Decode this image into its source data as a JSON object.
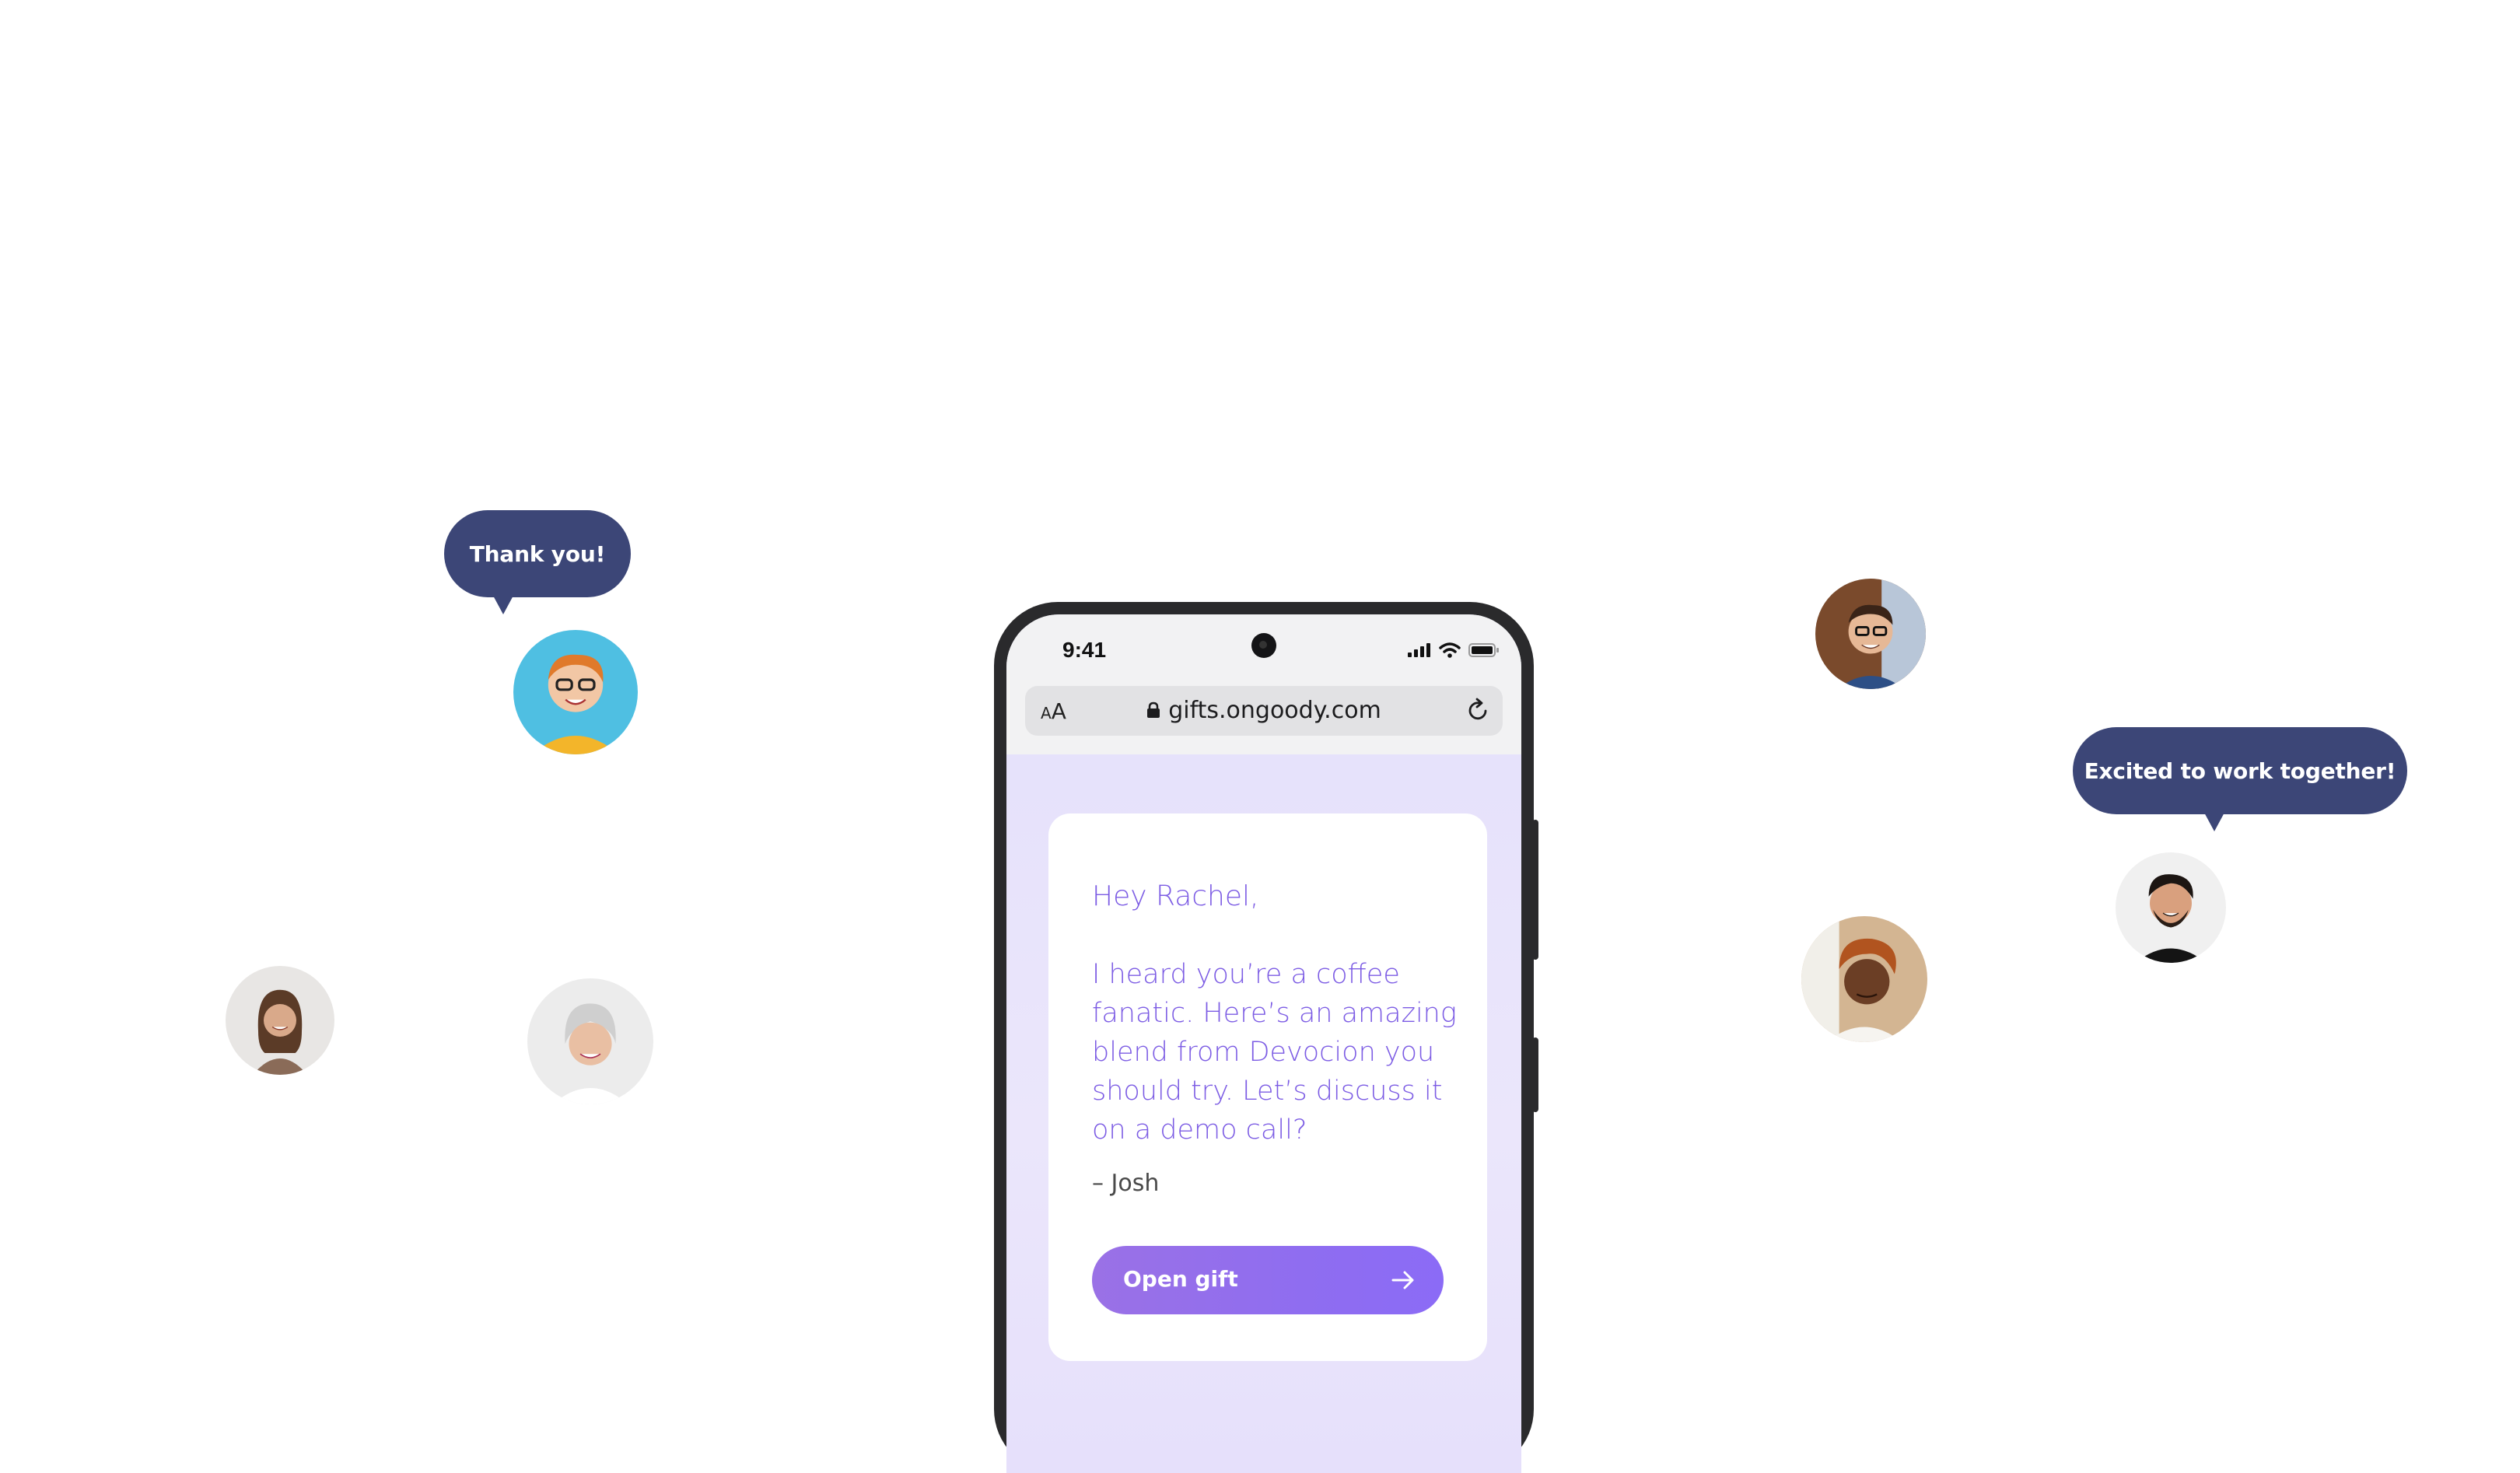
{
  "bubbles": {
    "left": "Thank you!",
    "right": "Excited to work together!"
  },
  "phone": {
    "status_time": "9:41",
    "text_size_label_small": "A",
    "text_size_label_large": "A",
    "url": "gifts.ongoody.com",
    "card": {
      "greeting": "Hey Rachel,",
      "message": "I heard you’re a coffee fanatic. Here’s an amazing blend from Devocion you should try. Let’s discuss it on a demo call?",
      "signature": "– Josh",
      "cta_label": "Open gift"
    }
  },
  "icons": {
    "cta": "arrow-right-icon",
    "url": "lock-icon",
    "reload": "reload-icon",
    "status": [
      "signal-icon",
      "wifi-icon",
      "battery-icon"
    ]
  },
  "colors": {
    "bubble": "#3c4677",
    "accent": "#7c5ce4",
    "button_start": "#9a71e6",
    "button_end": "#8b6bf6"
  }
}
